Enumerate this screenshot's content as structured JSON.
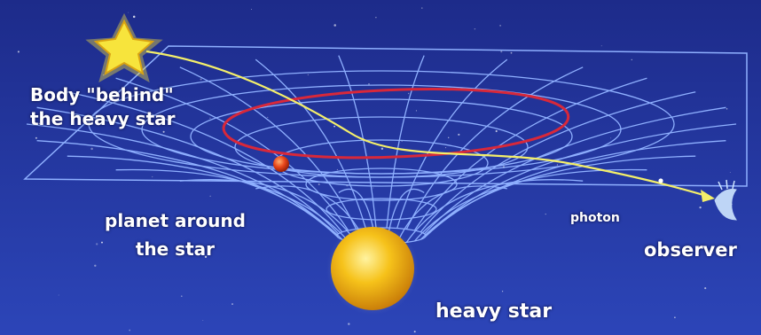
{
  "labels": {
    "body_line1": "Body \"behind\"",
    "body_line2": "the heavy star",
    "planet_line1": "planet around",
    "planet_line2": "the star",
    "photon": "photon",
    "observer": "observer",
    "heavy_star": "heavy star"
  },
  "colors": {
    "space_top": "#1d2b8a",
    "space_bottom": "#2c45b8",
    "grid_line": "#8fb0ff",
    "orbit": "#d8283a",
    "light_path": "#f4ef6a",
    "heavy_star": "#f6c21a",
    "planet": "#e8461a",
    "background_star": "#f7e43c",
    "observer": "#cfe6ff",
    "label_text": "#ffffff"
  },
  "icons": {
    "background_star": "star-icon",
    "observer": "eye-icon",
    "planet": "planet-icon",
    "heavy_star": "sun-icon"
  }
}
